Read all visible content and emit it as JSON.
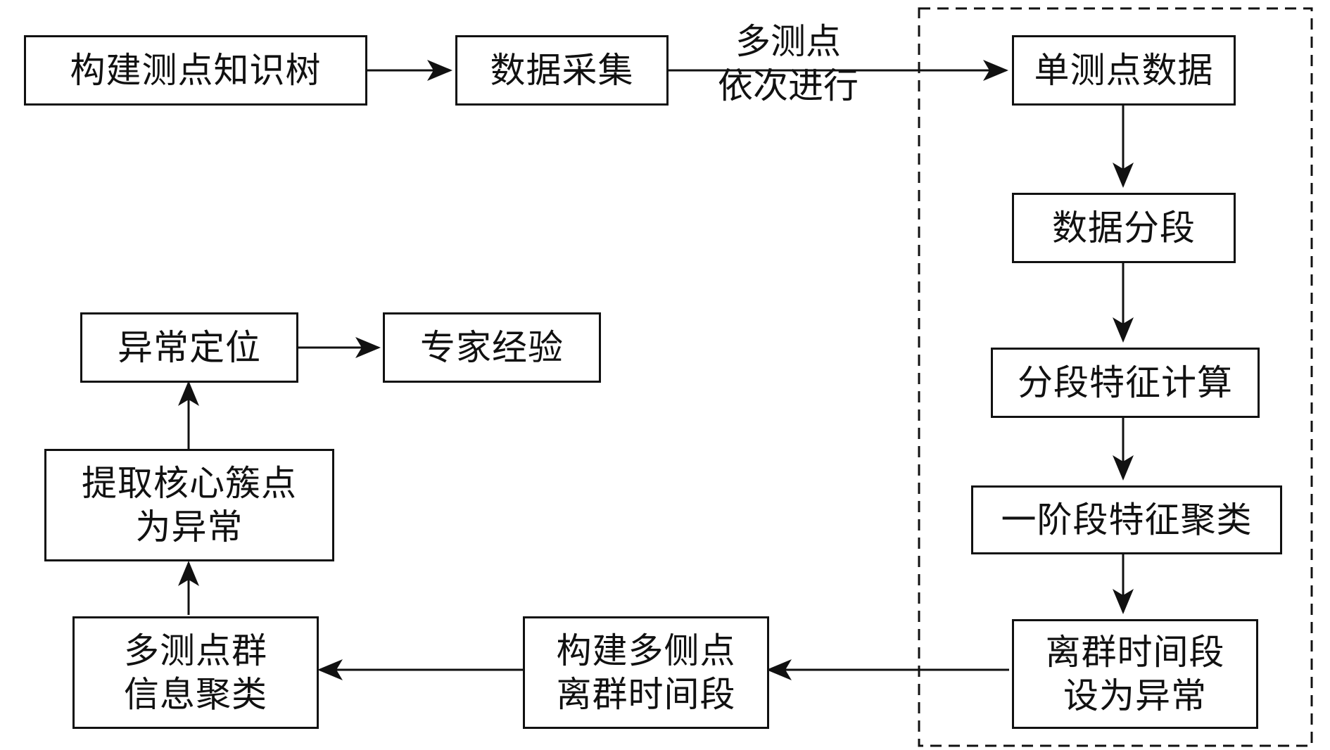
{
  "nodes": {
    "build_tree": "构建测点知识树",
    "data_collection": "数据采集",
    "single_point_data": "单测点数据",
    "data_segmentation": "数据分段",
    "segment_feature_calc": "分段特征计算",
    "first_stage_clustering": "一阶段特征聚类",
    "outlier_period": {
      "line1": "离群时间段",
      "line2": "设为异常"
    },
    "build_multi_outlier": {
      "line1": "构建多侧点",
      "line2": "离群时间段"
    },
    "multi_point_clustering": {
      "line1": "多测点群",
      "line2": "信息聚类"
    },
    "extract_core": {
      "line1": "提取核心簇点",
      "line2": "为异常"
    },
    "anomaly_location": "异常定位",
    "expert_experience": "专家经验"
  },
  "edge_label": {
    "line1": "多测点",
    "line2": "依次进行"
  },
  "colors": {
    "stroke": "#111111",
    "background": "#ffffff"
  }
}
